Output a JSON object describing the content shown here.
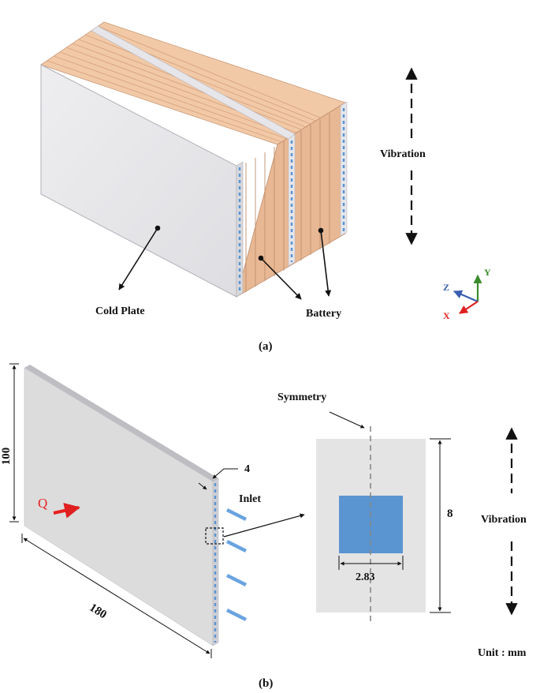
{
  "panel_a": {
    "caption": "(a)",
    "labels": {
      "cold_plate": "Cold Plate",
      "battery": "Battery",
      "vibration": "Vibration"
    },
    "axes": {
      "x": "X",
      "y": "Y",
      "z": "Z"
    },
    "colors": {
      "battery": "#e8b894",
      "battery_top": "#f2c9a7",
      "cold_plate": "#e4e4e6",
      "channel": "#5a94d1",
      "axis_x": "#e02020",
      "axis_y": "#3a8a2a",
      "axis_z": "#3a5fb0"
    }
  },
  "panel_b": {
    "caption": "(b)",
    "labels": {
      "symmetry": "Symmetry",
      "inlet": "Inlet",
      "heat": "Q",
      "vibration": "Vibration",
      "unit": "Unit : mm"
    },
    "dimensions": {
      "height": "100",
      "length": "180",
      "thickness": "4",
      "channel_pitch": "8",
      "channel_width": "2.83"
    },
    "colors": {
      "plate": "#dcdcdc",
      "channel": "#5a94d1",
      "inlet_arrow": "#6aa4e0",
      "heat_arrow": "#e82020"
    }
  }
}
